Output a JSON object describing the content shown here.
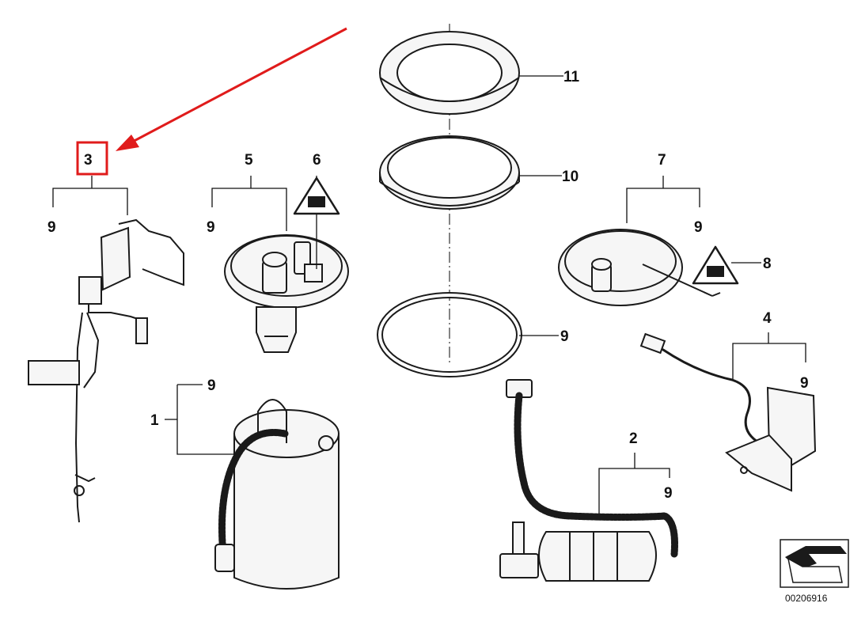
{
  "diagram": {
    "part_labels": {
      "p1": "1",
      "p2": "2",
      "p3": "3",
      "p4": "4",
      "p5": "5",
      "p6": "6",
      "p7": "7",
      "p8": "8",
      "p9": "9",
      "p10": "10",
      "p11": "11"
    },
    "reference_number": "00206916",
    "colors": {
      "highlight": "#e01b1b",
      "line": "#111111",
      "background": "#ffffff"
    },
    "icons": {
      "warning": "warning-triangle-icon",
      "reference": "reference-arrow-icon"
    }
  }
}
